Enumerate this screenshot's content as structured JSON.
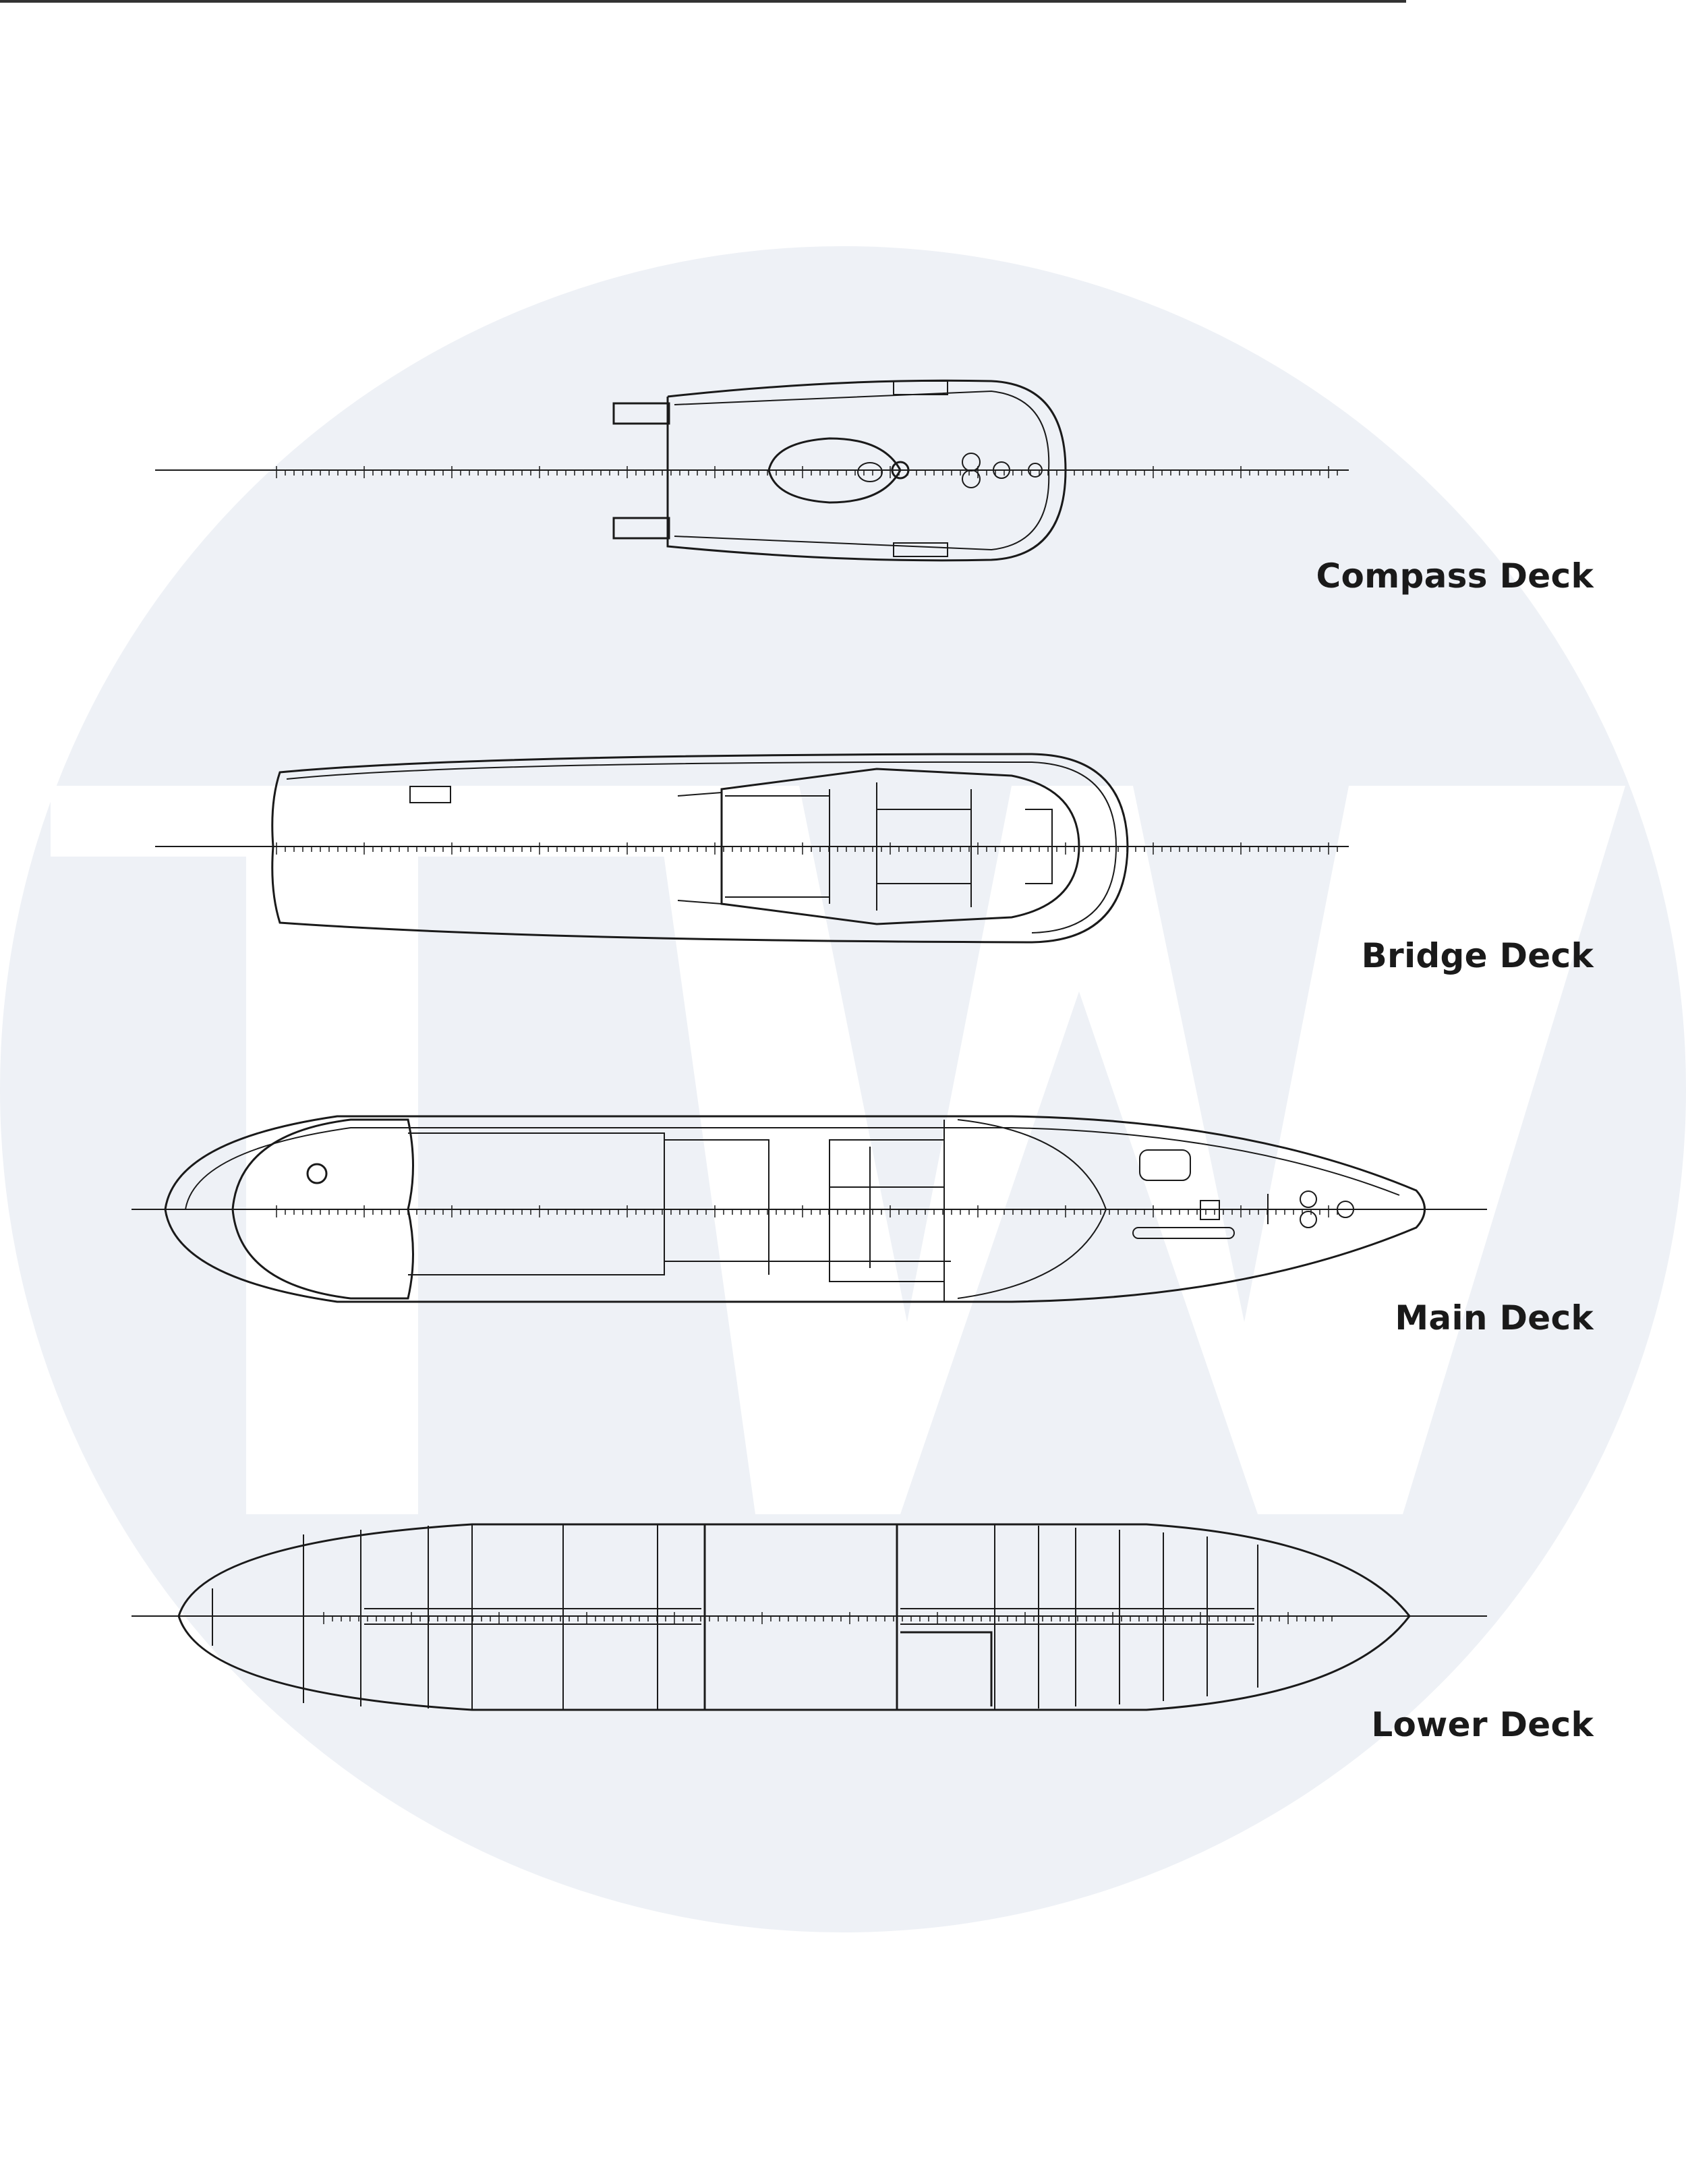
{
  "watermark": {
    "letters": "TW",
    "circle_color": "#eef1f6",
    "letter_color": "#ffffff"
  },
  "decks": [
    {
      "id": "compass",
      "label": "Compass Deck"
    },
    {
      "id": "bridge",
      "label": "Bridge Deck"
    },
    {
      "id": "main",
      "label": "Main Deck"
    },
    {
      "id": "lower",
      "label": "Lower Deck"
    }
  ],
  "line_color": "#1a1a1a"
}
